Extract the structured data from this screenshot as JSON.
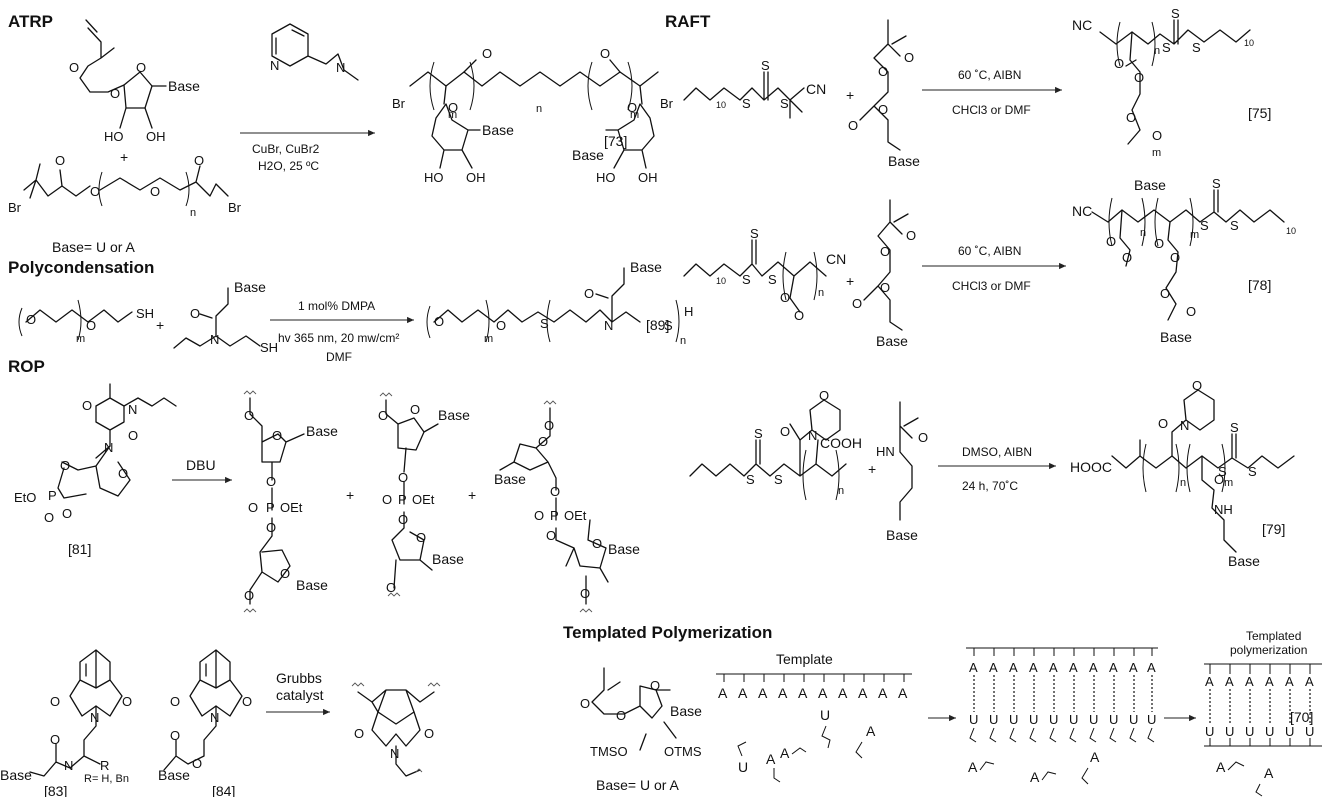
{
  "sections": {
    "atrp": "ATRP",
    "raft": "RAFT",
    "polycondensation": "Polycondensation",
    "rop": "ROP",
    "templated": "Templated Polymerization"
  },
  "atrp": {
    "conditions_1": "CuBr, CuBr2",
    "conditions_2": "H2O, 25 ºC",
    "ref": "[73]",
    "base_note": "Base= U or A"
  },
  "raft": {
    "r1_conditions_1": "60 ˚C, AIBN",
    "r1_conditions_2": "CHCl3 or DMF",
    "r1_ref": "[75]",
    "r2_conditions_1": "60 ˚C, AIBN",
    "r2_conditions_2": "CHCl3 or DMF",
    "r2_ref": "[78]",
    "r3_conditions_1": "DMSO, AIBN",
    "r3_conditions_2": "24 h, 70˚C",
    "r3_ref": "[79]"
  },
  "polycondensation": {
    "conditions_1": "1 mol% DMPA",
    "conditions_2": "hv 365 nm, 20 mw/cm²",
    "conditions_3": "DMF",
    "ref": "[89]"
  },
  "rop": {
    "reagent": "DBU",
    "monomer_ref": "[81]"
  },
  "romp": {
    "catalyst_1": "Grubbs",
    "catalyst_2": "catalyst",
    "monomer1_ref": "[83]",
    "monomer2_ref": "[84]",
    "r_note": "R= H, Bn"
  },
  "templated": {
    "template_label": "Template",
    "templated_label_1": "Templated",
    "templated_label_2": "polymerization",
    "base_note": "Base= U or A",
    "ref": "[70]"
  },
  "atoms": {
    "base": "Base",
    "o": "O",
    "n": "N",
    "s": "S",
    "br": "Br",
    "ho": "HO",
    "oh": "OH",
    "cn": "CN",
    "nc": "NC",
    "sh": "SH",
    "h": "H",
    "eto": "EtO",
    "oet": "OEt",
    "p": "P",
    "hn": "HN",
    "nh": "NH",
    "cooh": "COOH",
    "hooc": "HOOC",
    "r": "R",
    "tmso": "TMSO",
    "otms": "OTMS",
    "a": "A",
    "u": "U",
    "m": "m",
    "sub_n": "n",
    "sub_10": "10",
    "plus": "+"
  }
}
